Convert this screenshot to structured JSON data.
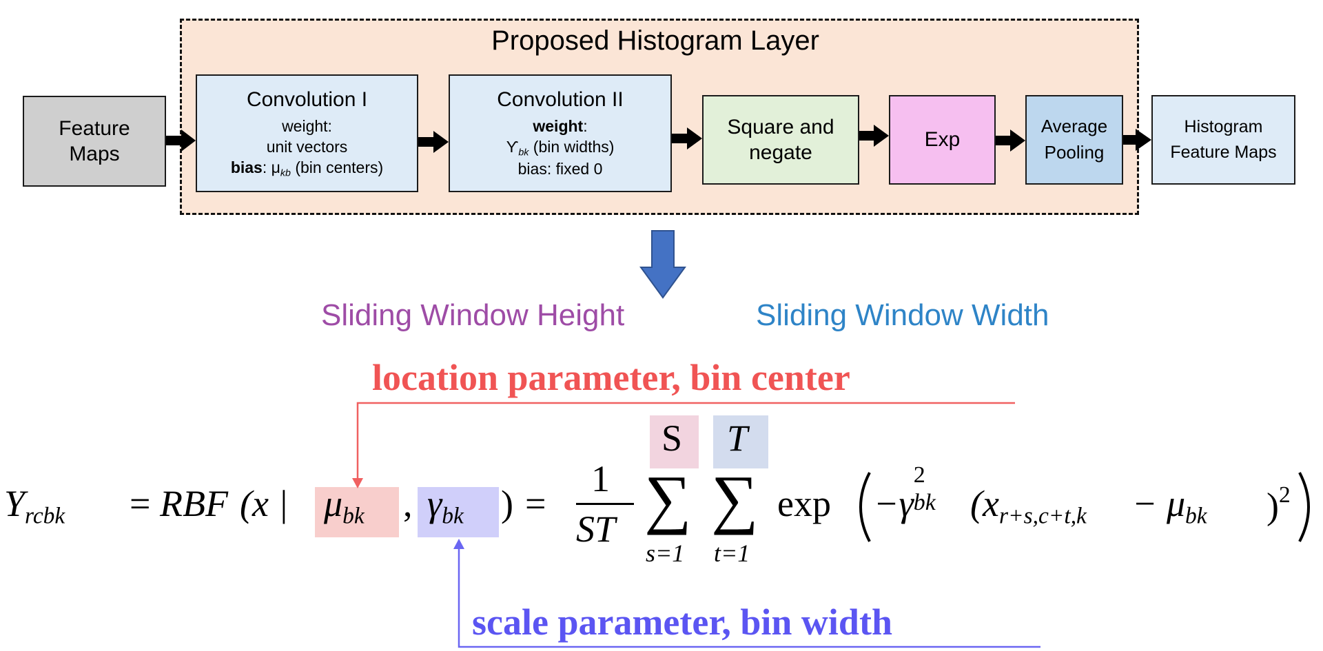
{
  "layer_title": "Proposed Histogram Layer",
  "boxes": {
    "feature_maps": {
      "line1": "Feature",
      "line2": "Maps"
    },
    "conv1": {
      "title": "Convolution I",
      "weight_label": "weight:",
      "weight_value": "unit vectors",
      "bias_label": "bias",
      "bias_value": ": μ",
      "bias_sub": "kb",
      "bias_note": " (bin centers)"
    },
    "conv2": {
      "title": "Convolution II",
      "weight_label": "weight",
      "weight_colon": ":",
      "gamma_symbol": "ϒ",
      "gamma_sub": "bk",
      "gamma_note": " (bin widths)",
      "bias_text": "bias: fixed 0"
    },
    "square": {
      "line1": "Square and",
      "line2": "negate"
    },
    "exp": {
      "label": "Exp"
    },
    "avgpool": {
      "line1": "Average",
      "line2": "Pooling"
    },
    "hist_maps": {
      "line1": "Histogram",
      "line2": "Feature Maps"
    }
  },
  "labels": {
    "window_height": "Sliding Window Height",
    "window_width": "Sliding Window Width",
    "location": "location parameter, bin center",
    "scale": "scale parameter, bin width"
  },
  "equation": {
    "lhs_Y": "Y",
    "lhs_sub": "rcbk",
    "eq1": "=",
    "rbf": "RBF",
    "open_args": "(x |",
    "mu": "μ",
    "mu_sub": "bk",
    "comma": ",",
    "gamma": "γ",
    "gamma_sub": "bk",
    "close_args": ")",
    "eq2": "=",
    "frac_num": "1",
    "frac_den": "ST",
    "sum1_upper": "S",
    "sum1_lower": "s=1",
    "sum2_upper": "T",
    "sum2_lower": "t=1",
    "sigma": "∑",
    "exp": "exp",
    "minus_gamma": "−γ",
    "g_sup": "2",
    "g_sub": "bk",
    "x": "(x",
    "x_sub": "r+s,c+t,k",
    "minus_mu": " − μ",
    "mu2_sub": "bk",
    "close_sq": ")",
    "sq_sup": "2"
  },
  "colors": {
    "gray_box": "#cfcfcf",
    "blue_box": "#deebf7",
    "green_box": "#e2f0d9",
    "pink_box": "#f6bff0",
    "pool_box": "#bdd7ee",
    "layer_bg": "#fbe5d6",
    "down_arrow": "#4472c4",
    "height_text": "#9e4ca6",
    "width_text": "#2e84c7",
    "location_red": "#f05454",
    "scale_blue": "#5b55f2",
    "mu_hl": "#f8cecc",
    "gamma_hl": "#d0cffa",
    "S_hl": "#f2d4df",
    "T_hl": "#d3dcee"
  }
}
